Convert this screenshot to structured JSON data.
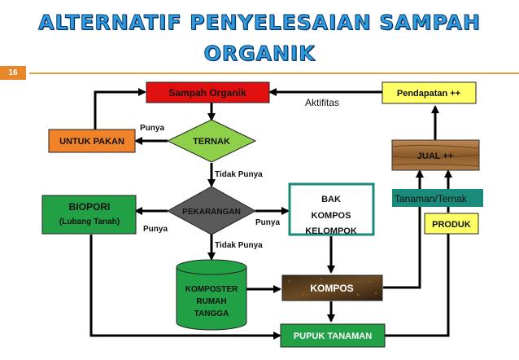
{
  "title_line1": "ALTERNATIF PENYELESAIAN SAMPAH",
  "title_line2": "ORGANIK",
  "slide_number": "16",
  "nodes": {
    "sampah_organik": "Sampah Organik",
    "pendapatan": "Pendapatan ++",
    "aktifitas": "Aktifitas",
    "untuk_pakan": "UNTUK PAKAN",
    "ternak": "TERNAK",
    "jual": "JUAL ++",
    "biopori_line1": "BIOPORI",
    "biopori_line2": "(Lubang Tanah)",
    "pekarangan": "PEKARANGAN",
    "bak_line1": "BAK",
    "bak_line2": "KOMPOS",
    "bak_line3": "KELOMPOK",
    "tanaman_ternak": "Tanaman/Ternak",
    "produk": "PRODUK",
    "komposter_line1": "KOMPOSTER",
    "komposter_line2": "RUMAH",
    "komposter_line3": "TANGGA",
    "kompos": "KOMPOS",
    "pupuk_tanaman": "PUPUK TANAMAN"
  },
  "edge_labels": {
    "punya_ternak": "Punya",
    "tidak_punya_1": "Tidak Punya",
    "punya_left": "Punya",
    "punya_right": "Punya",
    "tidak_punya_2": "Tidak Punya"
  },
  "colors": {
    "title": "#2f9ee0",
    "accent_orange": "#e8862a",
    "red_box": "#e01010",
    "yellow_box": "#ffff66",
    "orange_box": "#f0822a",
    "green_diamond": "#8ed04a",
    "gray_diamond": "#5a5a5a",
    "green_box": "#22a046",
    "teal_box": "#1a8a7a"
  }
}
